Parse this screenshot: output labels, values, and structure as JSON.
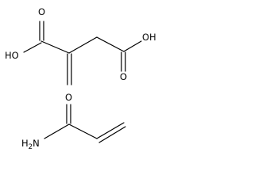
{
  "molecules": [
    {
      "atoms": [
        {
          "id": "ho1",
          "label": "HO"
        },
        {
          "id": "o1",
          "label": "O"
        },
        {
          "id": "o2",
          "label": "O"
        },
        {
          "id": "oh2",
          "label": "OH"
        }
      ]
    },
    {
      "atoms": [
        {
          "id": "o3",
          "label": "O"
        },
        {
          "id": "nh2",
          "label": "H2N"
        }
      ]
    }
  ]
}
